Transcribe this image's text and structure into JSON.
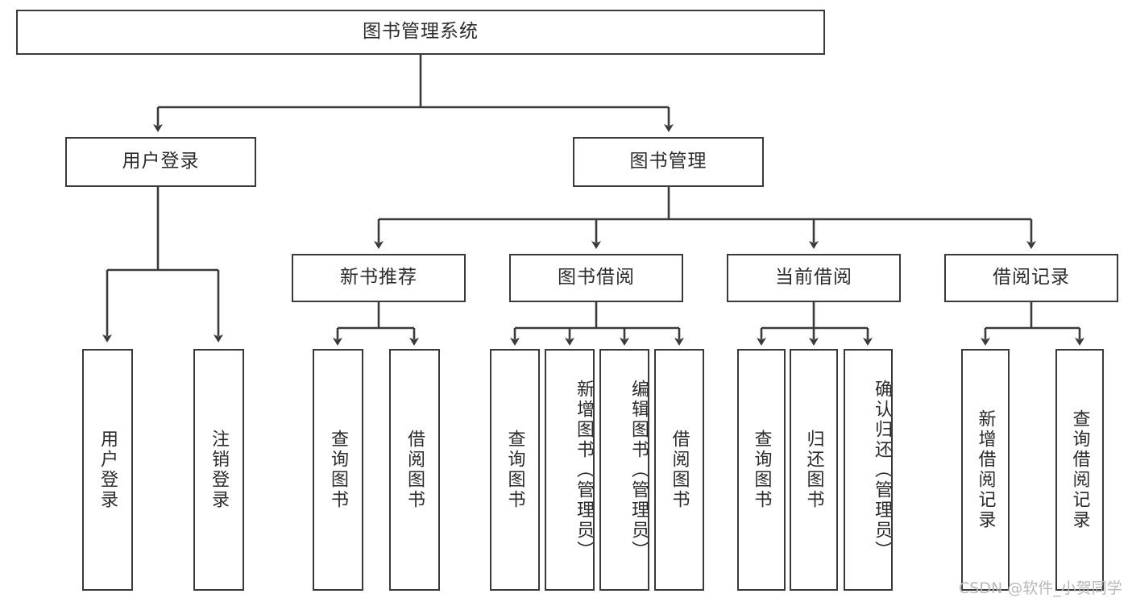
{
  "diagram": {
    "type": "tree-hierarchy-chart",
    "title": "图书管理系统",
    "watermark": "CSDN @软件_小贺同学",
    "colors": {
      "stroke": "#3a3a3a",
      "fill": "#ffffff",
      "text": "#2b2b2b",
      "watermark": "#b8b8b8"
    },
    "levels": [
      {
        "level": 1,
        "nodes": [
          {
            "id": "root",
            "label": "图书管理系统",
            "orientation": "horizontal"
          }
        ]
      },
      {
        "level": 2,
        "nodes": [
          {
            "id": "login",
            "label": "用户登录",
            "orientation": "horizontal",
            "parent": "root"
          },
          {
            "id": "bookmgmt",
            "label": "图书管理",
            "orientation": "horizontal",
            "parent": "root"
          }
        ]
      },
      {
        "level": 3,
        "nodes": [
          {
            "id": "newbook",
            "label": "新书推荐",
            "orientation": "horizontal",
            "parent": "bookmgmt"
          },
          {
            "id": "borrow",
            "label": "图书借阅",
            "orientation": "horizontal",
            "parent": "bookmgmt"
          },
          {
            "id": "current",
            "label": "当前借阅",
            "orientation": "horizontal",
            "parent": "bookmgmt"
          },
          {
            "id": "record",
            "label": "借阅记录",
            "orientation": "horizontal",
            "parent": "bookmgmt"
          }
        ]
      },
      {
        "level": 4,
        "nodes": [
          {
            "id": "leaf1",
            "label": "用户登录",
            "orientation": "vertical",
            "parent": "login"
          },
          {
            "id": "leaf2",
            "label": "注销登录",
            "orientation": "vertical",
            "parent": "login"
          },
          {
            "id": "leaf3",
            "label": "查询图书",
            "orientation": "vertical",
            "parent": "newbook"
          },
          {
            "id": "leaf4",
            "label": "借阅图书",
            "orientation": "vertical",
            "parent": "newbook"
          },
          {
            "id": "leaf5",
            "label": "查询图书",
            "orientation": "vertical",
            "parent": "borrow"
          },
          {
            "id": "leaf6",
            "label": "新增图书（管理员）",
            "orientation": "vertical",
            "parent": "borrow"
          },
          {
            "id": "leaf7",
            "label": "编辑图书（管理员）",
            "orientation": "vertical",
            "parent": "borrow"
          },
          {
            "id": "leaf8",
            "label": "借阅图书",
            "orientation": "vertical",
            "parent": "borrow"
          },
          {
            "id": "leaf9",
            "label": "查询图书",
            "orientation": "vertical",
            "parent": "current"
          },
          {
            "id": "leaf10",
            "label": "归还图书",
            "orientation": "vertical",
            "parent": "current"
          },
          {
            "id": "leaf11",
            "label": "确认归还（管理员）",
            "orientation": "vertical",
            "parent": "current"
          },
          {
            "id": "leaf12",
            "label": "新增借阅记录",
            "orientation": "vertical",
            "parent": "record"
          },
          {
            "id": "leaf13",
            "label": "查询借阅记录",
            "orientation": "vertical",
            "parent": "record"
          }
        ]
      }
    ]
  }
}
